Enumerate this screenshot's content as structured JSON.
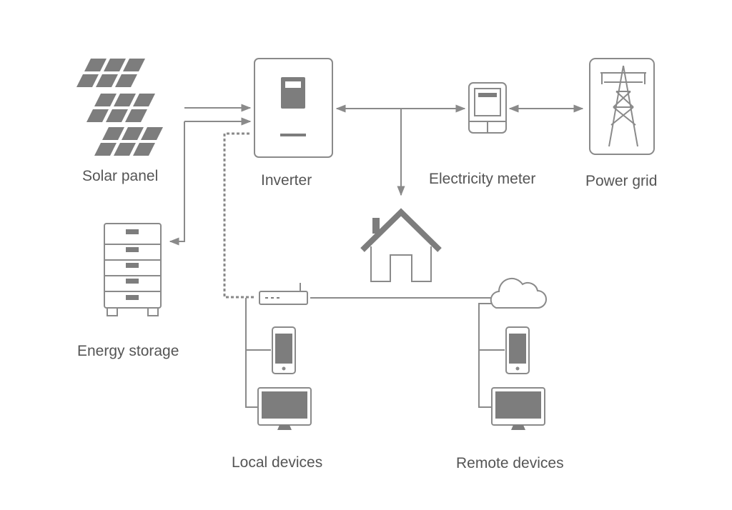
{
  "labels": {
    "solar_panel": "Solar panel",
    "inverter": "Inverter",
    "electricity_meter": "Electricity meter",
    "power_grid": "Power grid",
    "energy_storage": "Energy storage",
    "local_devices": "Local devices",
    "remote_devices": "Remote devices"
  },
  "colors": {
    "line": "#8a8a8a",
    "icon_fill": "#7d7d7d",
    "icon_outline": "#9a9a9a",
    "text": "#555555",
    "background": "#ffffff"
  },
  "icons": [
    "solar-panel-icon",
    "inverter-icon",
    "electricity-meter-icon",
    "power-grid-icon",
    "battery-storage-icon",
    "house-icon",
    "router-icon",
    "cloud-icon",
    "phone-icon",
    "monitor-icon"
  ]
}
